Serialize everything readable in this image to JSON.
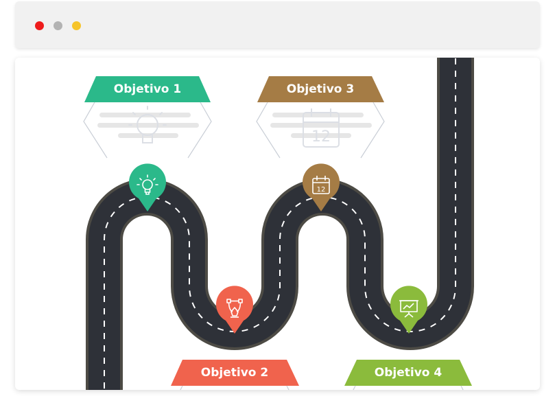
{
  "window": {
    "controls": [
      "close-dot",
      "minimize-dot",
      "maximize-dot"
    ]
  },
  "colors": {
    "objective1": "#2bb98a",
    "objective2": "#f0634d",
    "objective3": "#a57c45",
    "objective4": "#8bbb3c",
    "road": "#2e3138",
    "road_edge": "#4d4b45"
  },
  "objectives": [
    {
      "label": "Objetivo 1",
      "icon": "lightbulb-icon"
    },
    {
      "label": "Objetivo 2",
      "icon": "pen-tool-icon"
    },
    {
      "label": "Objetivo 3",
      "icon": "calendar-icon",
      "calendar_number": "12"
    },
    {
      "label": "Objetivo 4",
      "icon": "chart-board-icon"
    }
  ]
}
